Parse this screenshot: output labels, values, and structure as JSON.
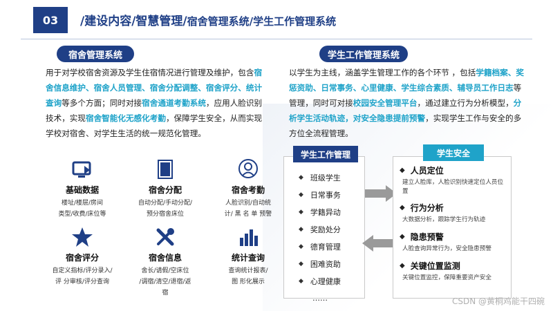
{
  "header": {
    "number": "03",
    "title_main": "/建设内容/智慧管理/",
    "title_sub": "宿舍管理系统/学生工作管理系统"
  },
  "left": {
    "pill": "宿舍管理系统",
    "paragraph": [
      {
        "t": "用于对学校宿舍资源及学生住宿情况进行管理及维护，包含",
        "hl": false
      },
      {
        "t": "宿舍信息维护、宿舍人员管理、宿舍分配调整、宿舍评分、统计查询",
        "hl": true
      },
      {
        "t": "等多个方面；同时对接",
        "hl": false
      },
      {
        "t": "宿舍通道考勤系统",
        "hl": true
      },
      {
        "t": "，应用人脸识别技术，实现",
        "hl": false
      },
      {
        "t": "宿舍智能化无感化考勤",
        "hl": true
      },
      {
        "t": "，保障学生安全，从而实现学校对宿舍、对学生生活的统一规范化管理。",
        "hl": false
      }
    ],
    "features": [
      {
        "icon": "monitor-icon",
        "title": "基础数据",
        "desc": [
          "楼址/楼层/房间",
          "类型/收费/床位等"
        ]
      },
      {
        "icon": "card-icon",
        "title": "宿舍分配",
        "desc": [
          "自动分配/手动分配/",
          "预分宿舍床位"
        ]
      },
      {
        "icon": "face-icon",
        "title": "宿舍考勤",
        "desc": [
          "人脸识别/自动统",
          "计/ 黑 名 单 预警"
        ]
      },
      {
        "icon": "star-icon",
        "title": "宿舍评分",
        "desc": [
          "自定义指标/评分录入/",
          "评 分审核/评分查询"
        ]
      },
      {
        "icon": "tools-icon",
        "title": "宿舍信息",
        "desc": [
          "舍长/请假/空床位",
          "/调宿/清空/退宿/返",
          "宿"
        ]
      },
      {
        "icon": "bar-chart-icon",
        "title": "统计查询",
        "desc": [
          "查询统计报表/",
          "图 形化展示"
        ]
      }
    ]
  },
  "right": {
    "pill": "学生工作管理系统",
    "paragraph": [
      {
        "t": "以学生为主线，涵盖学生管理工作的各个环节 ，包括",
        "hl": false
      },
      {
        "t": "学籍档案、奖惩资助、日常事务、心里健康、学生综合素质、辅导员工作日志",
        "hl": true
      },
      {
        "t": "等管理，同时可对接",
        "hl": false
      },
      {
        "t": "校园安全管理平台",
        "hl": true
      },
      {
        "t": "，通过建立行为分析模型，",
        "hl": false
      },
      {
        "t": "分析学生活动轨迹，对安全隐患提前预警",
        "hl": true
      },
      {
        "t": "，实现学生工作与安全的多方位全流程管理。",
        "hl": false
      }
    ],
    "left_box": {
      "header": "学生工作管理",
      "items": [
        "班级学生",
        "日常事务",
        "学籍异动",
        "奖励处分",
        "德育管理",
        "困难资助",
        "心理健康"
      ],
      "more": "……"
    },
    "right_box": {
      "header": "学生安全",
      "sections": [
        {
          "title": "人员定位",
          "desc": "建立人脸库，人脸识别快速定位人员位置"
        },
        {
          "title": "行为分析",
          "desc": "大数据分析，跟踪学生行为轨迹"
        },
        {
          "title": "隐患预警",
          "desc": "人脸查询异常行为，安全隐患预警"
        },
        {
          "title": "关键位置监测",
          "desc": "关键位置监控，保障重要资产安全"
        }
      ]
    }
  },
  "colors": {
    "navy": "#1f3f86",
    "cyan": "#1fa3c9"
  },
  "watermark": "CSDN @黄桐鸡能干四碗"
}
